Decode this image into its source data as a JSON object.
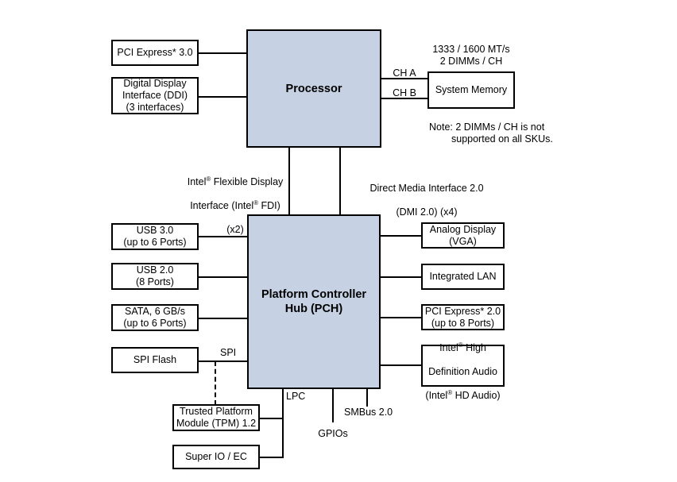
{
  "diagram": {
    "title": "Intel platform block diagram",
    "accent_fill": "#c6d2e4",
    "line_color": "#000000",
    "background": "#ffffff"
  },
  "chips": {
    "processor": "Processor",
    "pch": "Platform Controller\nHub (PCH)"
  },
  "processor_peripherals": {
    "pci_express_3": "PCI Express* 3.0",
    "digital_display": "Digital Display\nInterface (DDI)\n(3 interfaces)",
    "system_memory": "System Memory"
  },
  "memory": {
    "speed_note": "1333 / 1600 MT/s\n2 DIMMs / CH",
    "channel_a": "CH A",
    "channel_b": "CH B",
    "footnote_line1": "Note: 2 DIMMs / CH is not",
    "footnote_line2": "supported on all SKUs."
  },
  "interconnects": {
    "fdi_line1_a": "Intel",
    "fdi_line1_b": " Flexible Display",
    "fdi_line2_a": "Interface (Intel",
    "fdi_line2_b": " FDI)",
    "fdi_line3": "(x2)",
    "dmi_line1": "Direct Media Interface 2.0",
    "dmi_line2": "(DMI 2.0)  (x4)",
    "spi": "SPI",
    "lpc": "LPC",
    "gpios": "GPIOs",
    "smbus": "SMBus 2.0"
  },
  "pch_left_peripherals": [
    {
      "label": "USB 3.0\n(up to 6 Ports)",
      "name": "usb30-box"
    },
    {
      "label": "USB 2.0\n(8 Ports)",
      "name": "usb20-box"
    },
    {
      "label": "SATA, 6 GB/s\n(up to 6 Ports)",
      "name": "sata-box"
    },
    {
      "label": "SPI Flash",
      "name": "spi-flash-box"
    }
  ],
  "pch_right_peripherals": [
    {
      "label": "Analog Display\n(VGA)",
      "name": "analog-display-box"
    },
    {
      "label": "Integrated LAN",
      "name": "integrated-lan-box"
    },
    {
      "label": "PCI Express* 2.0\n(up to 8 Ports)",
      "name": "pcie20-box"
    }
  ],
  "hd_audio": {
    "line1_a": "Intel",
    "line1_b": " High",
    "line2": "Definition Audio",
    "line3_a": "(Intel",
    "line3_b": " HD Audio)"
  },
  "pch_bottom_peripherals": [
    {
      "label": "Trusted Platform\nModule (TPM) 1.2",
      "name": "tpm-box"
    },
    {
      "label": "Super IO / EC",
      "name": "super-io-box"
    }
  ]
}
